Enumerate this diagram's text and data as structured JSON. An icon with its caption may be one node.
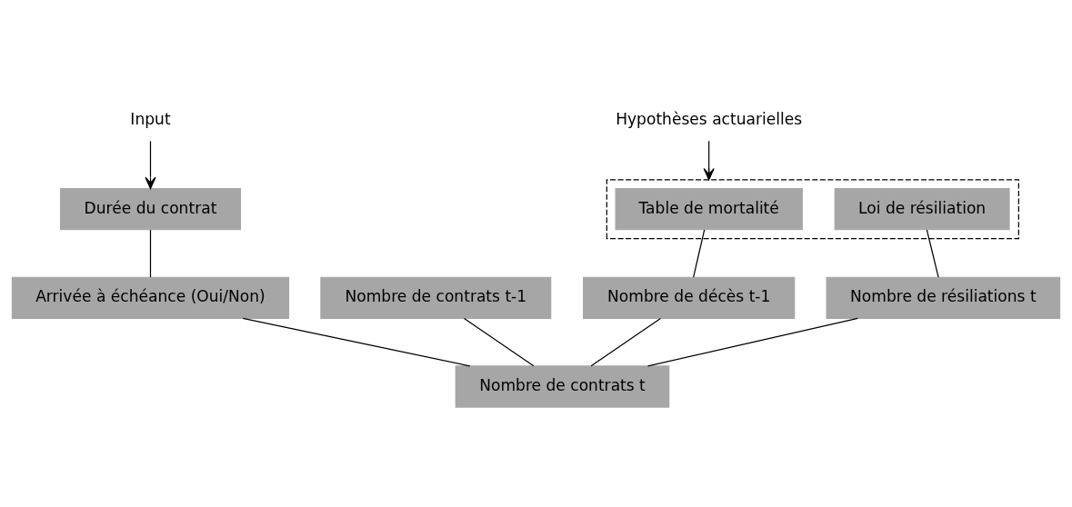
{
  "diagram": {
    "nodes": [
      {
        "text": [
          "Input"
        ]
      },
      {
        "text": [
          "Durée du contrat"
        ]
      },
      {
        "text": [
          "Hypothèses actuarielles"
        ]
      },
      {
        "text": [],
        "shape": "box"
      },
      {
        "text": [
          "Table de mortalité"
        ],
        "in": 3
      },
      {
        "text": [
          "Loi de résiliation"
        ],
        "in": 3
      },
      {
        "text": [
          "Nombre de contrats t-1"
        ]
      },
      {
        "text": [
          "Arrivée à échéance (Oui/Non)"
        ]
      },
      {
        "text": [
          "Nombre de décès t-1"
        ]
      },
      {
        "text": [
          "Nombre de résiliations t"
        ]
      },
      {
        "text": [
          "Nombre de contrats t"
        ]
      }
    ],
    "edges": [
      {
        "from": 0,
        "to": 1,
        "arrow": "to"
      },
      {
        "from": 2,
        "to": 3,
        "arrow": "to"
      },
      {
        "from": 1,
        "to": 7,
        "arrow": "none"
      },
      {
        "from": 4,
        "to": 8,
        "arrow": "none"
      },
      {
        "from": 5,
        "to": 9,
        "arrow": "none"
      },
      {
        "from": 6,
        "to": 10,
        "arrow": "none"
      },
      {
        "from": 7,
        "to": 10,
        "arrow": "none"
      },
      {
        "from": 8,
        "to": 10,
        "arrow": "none"
      },
      {
        "from": 9,
        "to": 10,
        "arrow": "none"
      }
    ]
  }
}
